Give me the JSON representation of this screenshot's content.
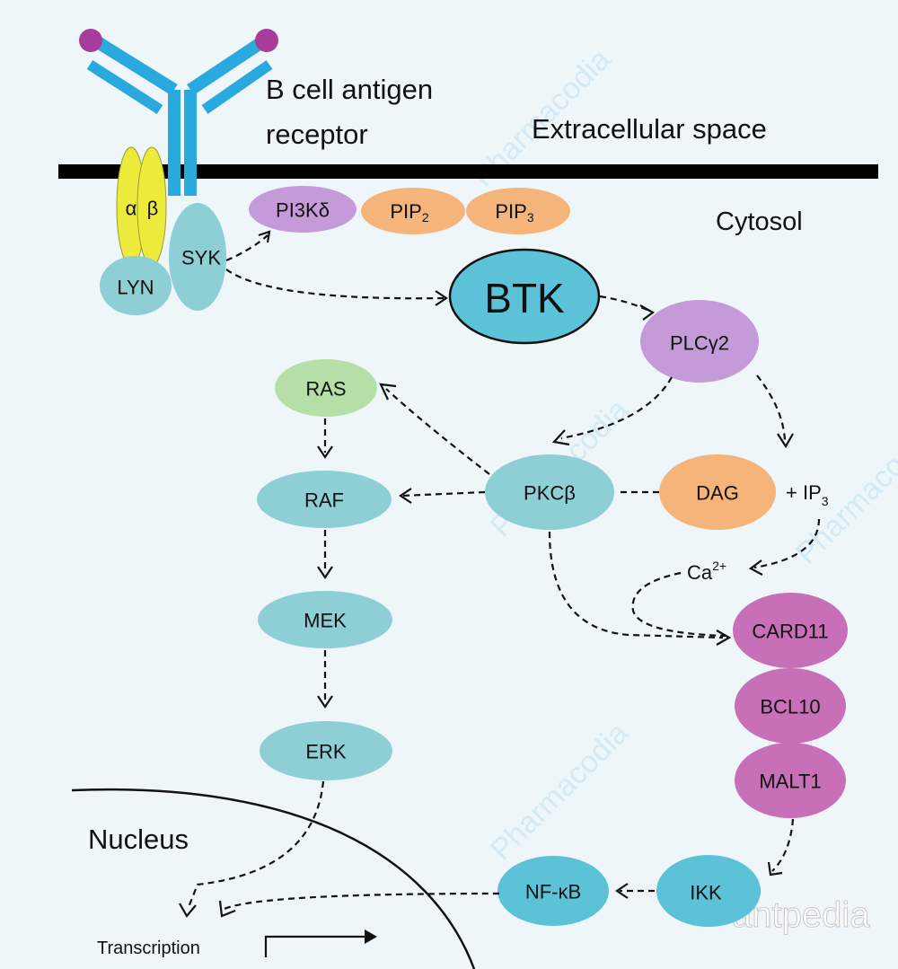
{
  "labels": {
    "receptor_line1": "B cell antigen",
    "receptor_line2": "receptor",
    "extracellular": "Extracellular space",
    "cytosol": "Cytosol",
    "nucleus": "Nucleus",
    "transcription": "Transcription"
  },
  "nodes": {
    "alpha": "α",
    "beta": "β",
    "lyn": "LYN",
    "syk": "SYK",
    "pi3k": "PI3Kδ",
    "pip2": "PIP",
    "pip2_sub": "2",
    "pip3": "PIP",
    "pip3_sub": "3",
    "btk": "BTK",
    "plcg2": "PLCγ2",
    "ras": "RAS",
    "raf": "RAF",
    "mek": "MEK",
    "erk": "ERK",
    "pkcb": "PKCβ",
    "dag": "DAG",
    "ip3": "+ IP",
    "ip3_sub": "3",
    "ca": "Ca",
    "ca_sup": "2+",
    "card11": "CARD11",
    "bcl10": "BCL10",
    "malt1": "MALT1",
    "ikk": "IKK",
    "nfkb": "NF-κB"
  },
  "watermark": {
    "brand": "Pharmacodia",
    "logo": "antpedia"
  },
  "colors": {
    "background": "#eef6fa",
    "teal": "#8ecfd6",
    "btk": "#5bc2d8",
    "purple": "#c59ad8",
    "orange": "#f4b47a",
    "green": "#b5dfa6",
    "magenta": "#c76fb7",
    "yellow": "#ecea3a",
    "receptor": "#29a9dd",
    "receptor_tip": "#a63d9a"
  }
}
